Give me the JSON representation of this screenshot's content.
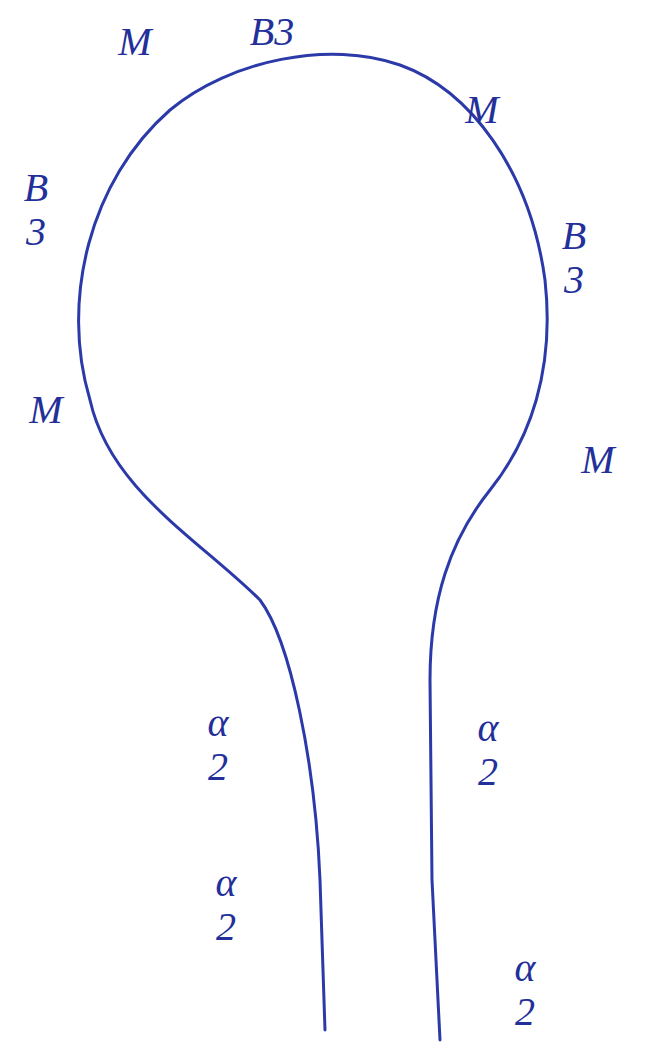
{
  "diagram": {
    "labels": [
      "M",
      "B3",
      "M",
      "B3",
      "B3",
      "M",
      "M",
      "α2",
      "α2",
      "α2",
      "α2"
    ]
  }
}
